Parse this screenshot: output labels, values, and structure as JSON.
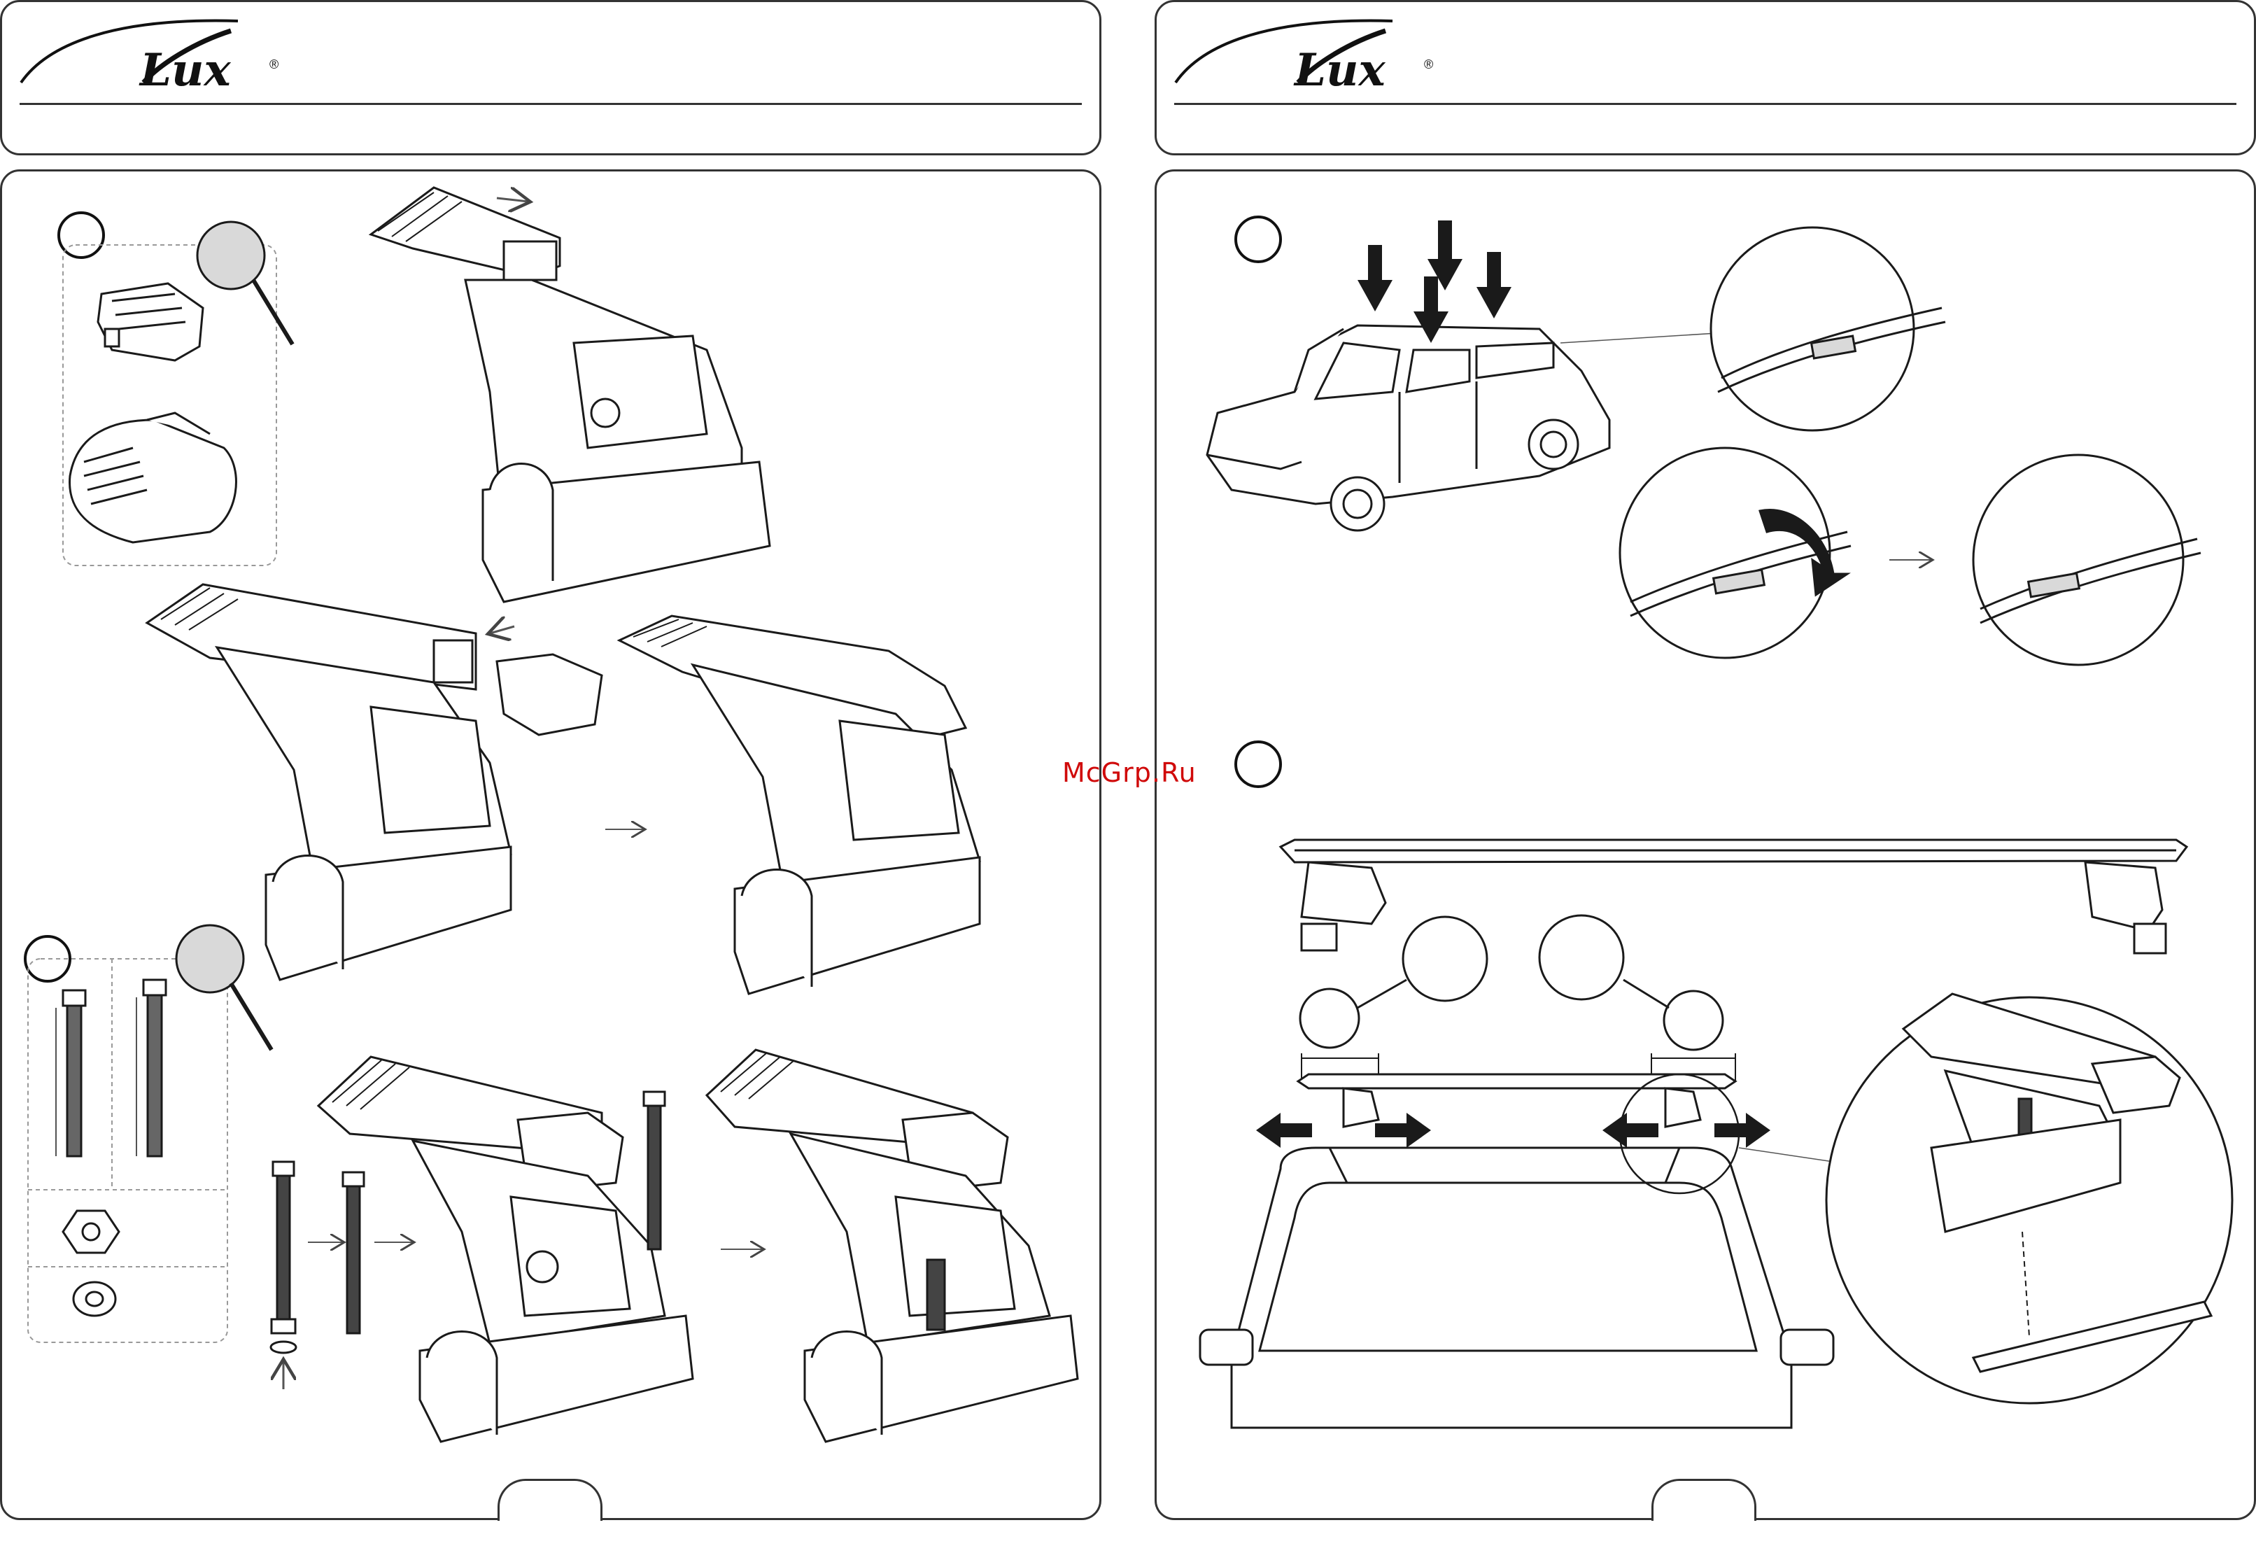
{
  "header": {
    "left": {
      "brand": "Lux",
      "trademark": "®"
    },
    "right": {
      "brand": "Lux",
      "trademark": "®"
    }
  },
  "watermark": "McGrp.Ru",
  "icons": {
    "magnifier": "magnifier-icon",
    "arrow": "arrow-icon",
    "blank_step_marker": "step-circle"
  },
  "colors": {
    "line": "#1a1a1a",
    "watermark": "#d00a0a",
    "accent_gray": "#d9d9d9"
  }
}
